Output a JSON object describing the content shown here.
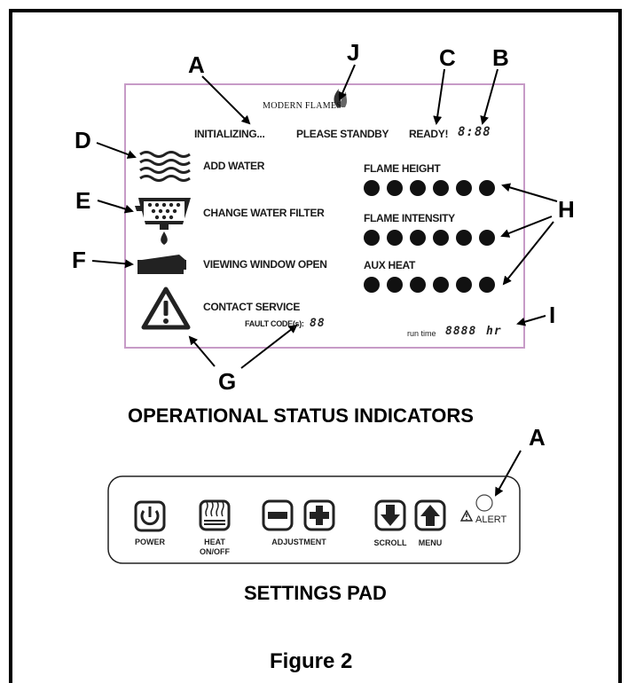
{
  "callouts": {
    "a_top": "A",
    "j": "J",
    "c": "C",
    "b": "B",
    "d": "D",
    "e": "E",
    "f": "F",
    "g": "G",
    "h": "H",
    "i": "I",
    "a_alert": "A"
  },
  "display": {
    "brand": "MODERN FLAMES",
    "initializing": "INITIALIZING...",
    "standby": "PLEASE STANDBY",
    "ready": "READY!",
    "clock": "8:88",
    "add_water": "ADD WATER",
    "change_filter": "CHANGE WATER FILTER",
    "window_open": "VIEWING WINDOW OPEN",
    "contact_service": "CONTACT SERVICE",
    "fault_codes_label": "FAULT CODE(s):",
    "fault_codes_value": "88",
    "flame_height": "FLAME HEIGHT",
    "flame_intensity": "FLAME INTENSITY",
    "aux_heat": "AUX HEAT",
    "run_time_label": "run time",
    "run_time_value": "8888",
    "run_time_unit": "hr",
    "dot_levels": {
      "flame_height": 6,
      "flame_intensity": 6,
      "aux_heat": 6
    }
  },
  "headings": {
    "status": "OPERATIONAL STATUS INDICATORS",
    "settings": "SETTINGS PAD",
    "figure": "Figure 2"
  },
  "pad": {
    "power": "POWER",
    "heat_line1": "HEAT",
    "heat_line2": "ON/OFF",
    "adjustment": "ADJUSTMENT",
    "scroll": "SCROLL",
    "menu": "MENU",
    "alert": "ALERT"
  },
  "colors": {
    "display_border": "#c79bc7",
    "ink": "#1a1a1a"
  }
}
